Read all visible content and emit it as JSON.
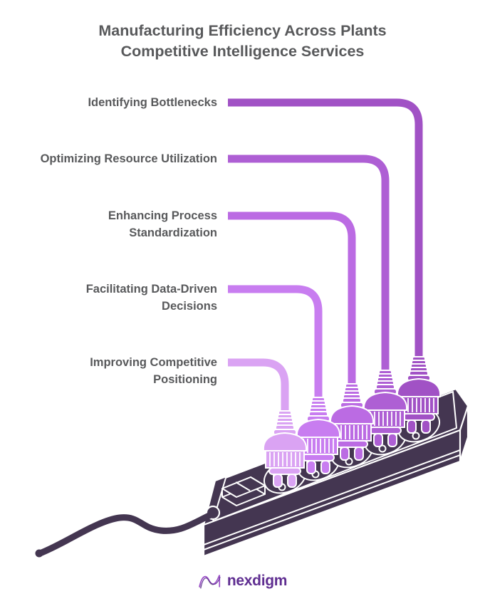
{
  "title": {
    "line1": "Manufacturing Efficiency Across Plants",
    "line2": "Competitive Intelligence Services"
  },
  "text_color": "#58595B",
  "items": [
    {
      "label": "Identifying Bottlenecks",
      "color": "#A152C5"
    },
    {
      "label": "Optimizing Resource Utilization",
      "color": "#AE5FD4"
    },
    {
      "label": "Enhancing Process Standardization",
      "color": "#BB6BE3"
    },
    {
      "label": "Facilitating Data-Driven Decisions",
      "color": "#C87DF0"
    },
    {
      "label": "Improving Competitive Positioning",
      "color": "#DAA3F3"
    }
  ],
  "illustration": {
    "strip_color": "#443651",
    "outline_color": "#FFFFFF",
    "plug_colors": [
      "#DAA3F3",
      "#C87DF0",
      "#BB6BE3",
      "#AE5FD4",
      "#A152C5"
    ]
  },
  "logo": {
    "text": "nexdigm",
    "text_color": "#5F2E91",
    "icon_colors": {
      "gray": "#A0A0A0",
      "mid": "#9B4FC8",
      "dark": "#5F2E91"
    }
  }
}
